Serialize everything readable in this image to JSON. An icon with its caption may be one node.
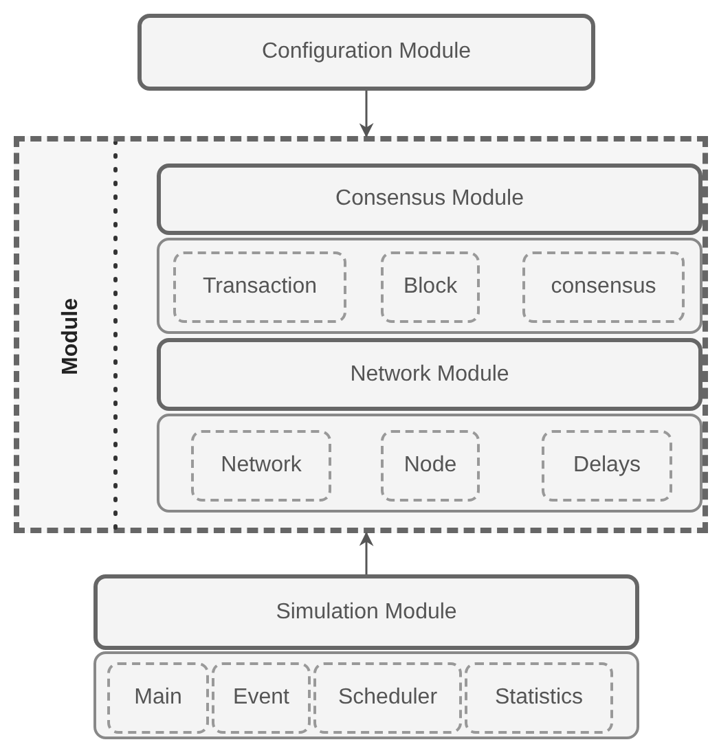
{
  "diagram": {
    "nodes": [
      {
        "text": [
          "Configuration Module"
        ]
      },
      {
        "text": [
          "Module"
        ]
      },
      {
        "text": [
          "Consensus Module"
        ],
        "in": 1
      },
      {
        "text": [],
        "shape": "box",
        "in": 1
      },
      {
        "text": [
          "Transaction"
        ],
        "in": 3
      },
      {
        "text": [
          "Block"
        ],
        "in": 3
      },
      {
        "text": [
          "consensus"
        ],
        "in": 3
      },
      {
        "text": [
          "Network Module"
        ],
        "in": 1
      },
      {
        "text": [],
        "shape": "box",
        "in": 1
      },
      {
        "text": [
          "Network"
        ],
        "in": 8
      },
      {
        "text": [
          "Node"
        ],
        "in": 8
      },
      {
        "text": [
          "Delays"
        ],
        "in": 8
      },
      {
        "text": [
          "Simulation Module"
        ]
      },
      {
        "text": [],
        "shape": "box"
      },
      {
        "text": [
          "Main"
        ],
        "in": 13
      },
      {
        "text": [
          "Event"
        ],
        "in": 13
      },
      {
        "text": [
          "Scheduler"
        ],
        "in": 13
      },
      {
        "text": [
          "Statistics"
        ],
        "in": 13
      }
    ],
    "edges": [
      {
        "from": 0,
        "to": 1,
        "arrow": "to"
      },
      {
        "from": 12,
        "to": 1,
        "arrow": "to"
      }
    ]
  }
}
